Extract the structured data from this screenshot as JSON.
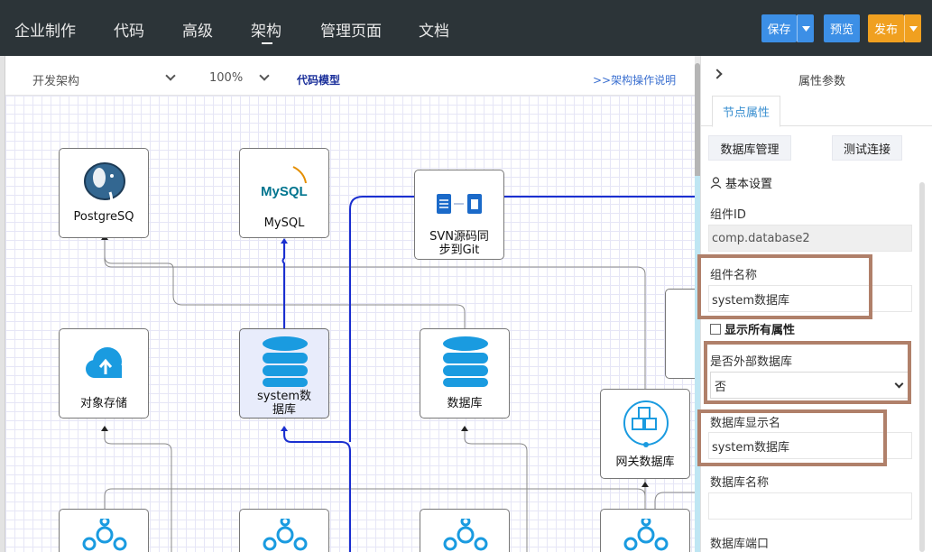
{
  "nav": {
    "items": [
      "企业制作",
      "代码",
      "高级",
      "架构",
      "管理页面",
      "文档"
    ],
    "active": "架构",
    "save_label": "保存",
    "preview_label": "预览",
    "publish_label": "发布"
  },
  "toolbar": {
    "arch_select": "开发架构",
    "zoom": "100%",
    "code_model": "代码模型",
    "help_link": ">>架构操作说明"
  },
  "nodes": {
    "postgres": "PostgreSQ",
    "mysql": "MySQL",
    "mysql_logo": "MySQL",
    "svn_line1": "SVN源码同",
    "svn_line2": "步到Git",
    "object_storage": "对象存储",
    "system_db_line1": "system数",
    "system_db_line2": "据库",
    "database": "数据库",
    "gateway_db": "网关数据库"
  },
  "panel": {
    "title": "属性参数",
    "tab": "节点属性",
    "db_manage_button": "数据库管理",
    "test_conn_button": "测试连接",
    "section_basic": "基本设置",
    "component_id_label": "组件ID",
    "component_id_value": "comp.database2",
    "component_name_label": "组件名称",
    "component_name_value": "system数据库",
    "show_all_label": "显示所有属性",
    "external_db_label": "是否外部数据库",
    "external_db_value": "否",
    "display_name_label": "数据库显示名",
    "display_name_value": "system数据库",
    "db_name_label": "数据库名称",
    "db_name_value": "",
    "db_port_label": "数据库端口"
  },
  "colors": {
    "topbar": "#2c3438",
    "primary_button": "#3c8fe6",
    "publish_button": "#f0a020",
    "link": "#1a3fbf",
    "highlight_border": "#b0806a",
    "selected_line": "#1a2fd0",
    "icon_blue": "#1a9be0"
  }
}
